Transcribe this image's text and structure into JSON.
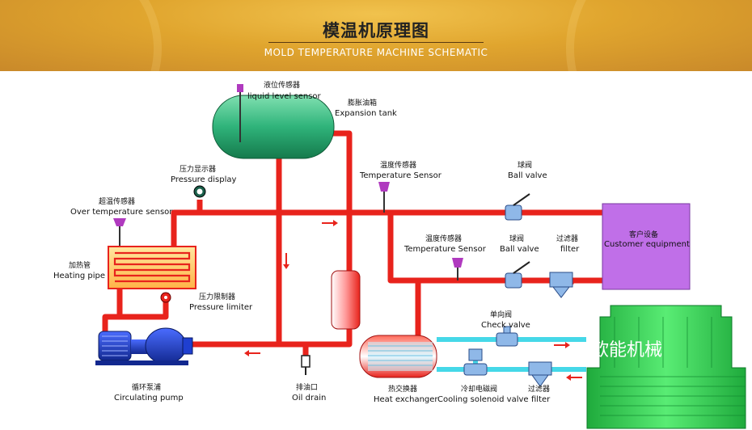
{
  "header": {
    "title_cn": "模温机原理图",
    "title_en": "MOLD TEMPERATURE MACHINE SCHEMATIC"
  },
  "labels": {
    "liquid_level_sensor_cn": "液位传感器",
    "liquid_level_sensor_en": "liquid level sensor",
    "expansion_tank_cn": "膨胀油箱",
    "expansion_tank_en": "Expansion tank",
    "pressure_display_cn": "压力显示器",
    "pressure_display_en": "Pressure display",
    "over_temp_sensor_cn": "超温传感器",
    "over_temp_sensor_en": "Over temperature sensor",
    "temp_sensor_top_cn": "温度传感器",
    "temp_sensor_top_en": "Temperature Sensor",
    "ball_valve_top_cn": "球阀",
    "ball_valve_top_en": "Ball  valve",
    "customer_equipment_cn": "客户设备",
    "customer_equipment_en": "Customer equipment",
    "temp_sensor_mid_cn": "温度传感器",
    "temp_sensor_mid_en": "Temperature Sensor",
    "ball_valve_mid_cn": "球阀",
    "ball_valve_mid_en": "Ball valve",
    "filter_mid_cn": "过滤器",
    "filter_mid_en": "filter",
    "heating_pipe_cn": "加热管",
    "heating_pipe_en": "Heating pipe",
    "pressure_limiter_cn": "压力限制器",
    "pressure_limiter_en": "Pressure limiter",
    "check_valve_cn": "单向阀",
    "check_valve_en": "Check valve",
    "circulating_pump_cn": "循环泵浦",
    "circulating_pump_en": "Circulating pump",
    "oil_drain_cn": "排油口",
    "oil_drain_en": "Oil drain",
    "heat_exchanger_cn": "热交换器",
    "heat_exchanger_en": "Heat exchanger",
    "cooling_solenoid_cn": "冷却电磁阀",
    "cooling_solenoid_en": "Cooling solenoid valve",
    "filter_bottom_cn": "过滤器",
    "filter_bottom_en": "filter",
    "cooling_tower_text": "欧能机械"
  },
  "colors": {
    "hot_pipe": "#e8231c",
    "cold_pipe": "#45d8e8",
    "tank_green": "#2fb37a",
    "customer_box": "#c06fe8",
    "tower_green": "#39d65a",
    "pump_blue": "#1f3fd0"
  }
}
